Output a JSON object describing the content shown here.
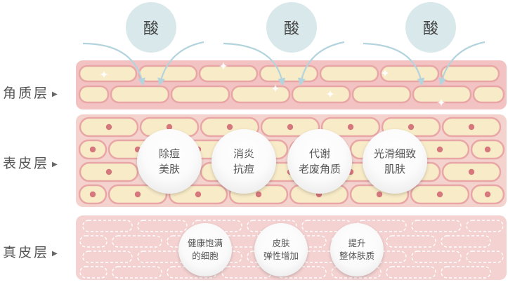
{
  "colors": {
    "band": "#f2c3c2",
    "cell_border": "#e8a7a6",
    "cell_fill": "#f8ebc7",
    "nucleus": "#d6777d",
    "dermis": "#f5d2d2",
    "acid_circle": "#d9e8ea",
    "arrow": "#b4d4dd"
  },
  "acid": {
    "circles": [
      {
        "label": "酸"
      },
      {
        "label": "酸"
      },
      {
        "label": "酸"
      }
    ]
  },
  "layers": [
    {
      "label": "角质层",
      "arrow": "▶"
    },
    {
      "label": "表皮层",
      "arrow": "▶"
    },
    {
      "label": "真皮层",
      "arrow": "▶"
    }
  ],
  "epidermis_benefits": [
    {
      "text": "除痘\n美肤"
    },
    {
      "text": "消炎\n抗痘"
    },
    {
      "text": "代谢\n老废角质"
    },
    {
      "text": "光滑细致\n肌肤"
    }
  ],
  "dermis_benefits": [
    {
      "text": "健康饱满\n的细胞"
    },
    {
      "text": "皮肤\n弹性增加"
    },
    {
      "text": "提升\n整体肤质"
    }
  ]
}
